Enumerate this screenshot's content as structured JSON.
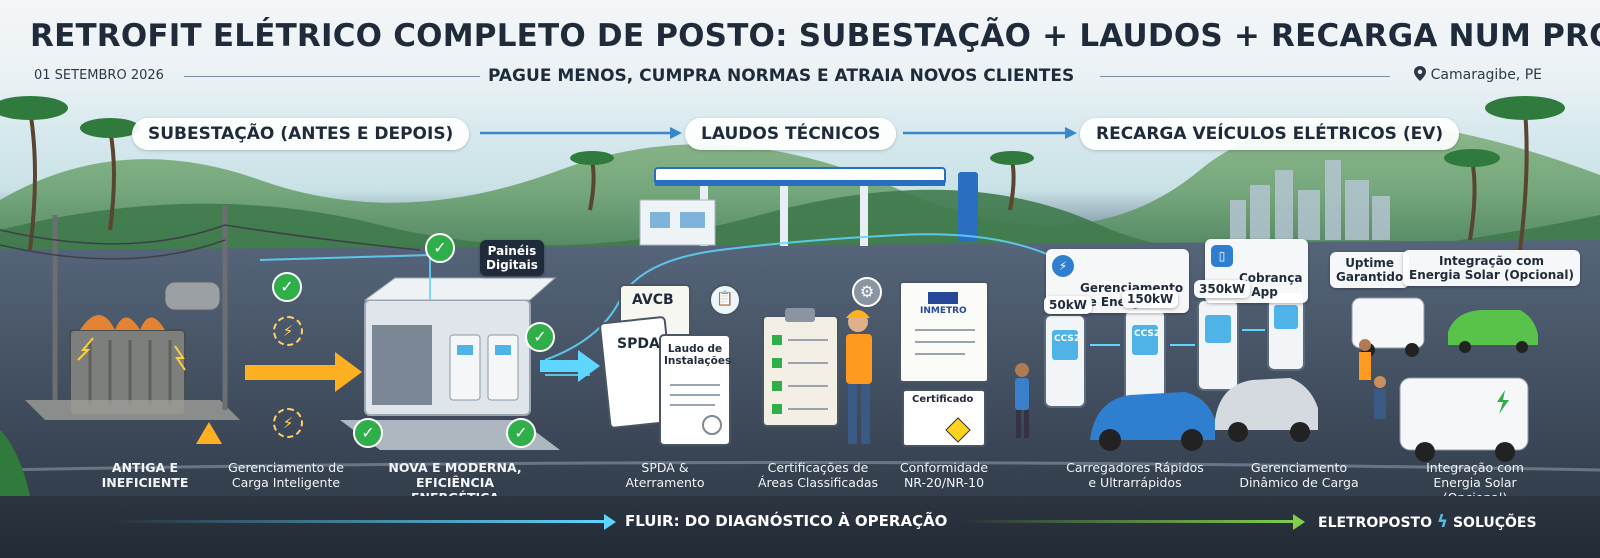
{
  "header": {
    "title": "RETROFIT ELÉTRICO COMPLETO DE POSTO: SUBESTAÇÃO + LAUDOS + RECARGA NUM PROJETO SÓ",
    "date": "01 SETEMBRO 2026",
    "subtitle": "PAGUE MENOS, CUMPRA NORMAS E ATRAIA NOVOS CLIENTES",
    "location": "Camaragibe, PE"
  },
  "sections": {
    "substation": "SUBESTAÇÃO (ANTES E DEPOIS)",
    "reports": "LAUDOS TÉCNICOS",
    "ev": "RECARGA VEÍCULOS ELÉTRICOS (EV)"
  },
  "tags": {
    "digital_panels": "Painéis\nDigitais",
    "avcb": "AVCB",
    "spda_doc": "SPDA",
    "laudo": "Laudo de\nInstalações",
    "inmetro": "INMETRO",
    "certificado": "Certificado",
    "energy_mgmt": "Gerenciamento\nde Energia",
    "billing": "Cobrança\ne App",
    "uptime": "Uptime\nGarantido",
    "solar": "Integração com\nEnergia Solar (Opcional)",
    "kw50": "50kW",
    "kw150": "150kW",
    "kw350": "350kW",
    "ccs2": "CCS2"
  },
  "labels": {
    "old": "ANTIGA E\nINEFICIENTE",
    "smart_load": "Gerenciamento de\nCarga Inteligente",
    "new": "NOVA E MODERNA,\nEFICIÊNCIA ENERGÉTICA",
    "spda": "SPDA &\nAterramento",
    "classified": "Certificações de\nÁreas Classificadas",
    "conformity": "Conformidade\nNR-20/NR-10",
    "fast_chargers": "Carregadores Rápidos\ne Ultrarrápidos",
    "dynamic_load": "Gerenciamento\nDinâmico de Carga",
    "solar_bottom": "Integração com\nEnergia Solar (Opcional)"
  },
  "footer": {
    "flow": "FLUIR: DO DIAGNÓSTICO À OPERAÇÃO",
    "brand_left": "ELETROPOSTO",
    "brand_right": "SOLUÇÕES"
  },
  "colors": {
    "title": "#1f2b3a",
    "accent_blue": "#2f7fd1",
    "accent_green": "#2fae4a",
    "road": "#3b4756"
  },
  "icons": [
    "location-pin-icon",
    "check-icon",
    "lightning-icon",
    "warning-icon",
    "gear-icon",
    "clipboard-icon",
    "brand-bolt-icon"
  ]
}
